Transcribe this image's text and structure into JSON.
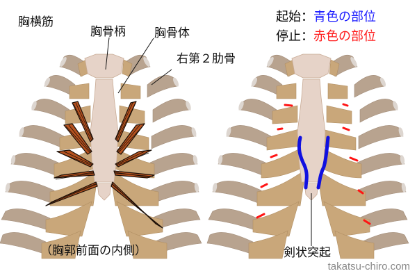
{
  "title": "胸横筋",
  "left_panel": {
    "labels": {
      "manubrium": "胸骨柄",
      "sternum_body": "胸骨体",
      "right_2nd_rib": "右第２肋骨",
      "caption": "（胸郭前面の内側）"
    }
  },
  "right_panel": {
    "legend": {
      "origin_label": "起始：",
      "origin_value": "青色の部位",
      "insertion_label": "停止：",
      "insertion_value": "赤色の部位"
    },
    "labels": {
      "xiphoid": "剣状突起"
    }
  },
  "colors": {
    "rib": "#b8a38f",
    "rib_end": "#d9d2cc",
    "cartilage": "#c9a77a",
    "sternum": "#e6d3c8",
    "muscle": "#b5521f",
    "muscle_outline": "#1a0f08",
    "origin": "#1010e0",
    "insertion": "#ff1414",
    "legend_origin_text": "#1a1aff",
    "legend_insertion_text": "#ff1a1a",
    "watermark": "#8a8a8a"
  },
  "watermark": "takatsu-chiro.com"
}
